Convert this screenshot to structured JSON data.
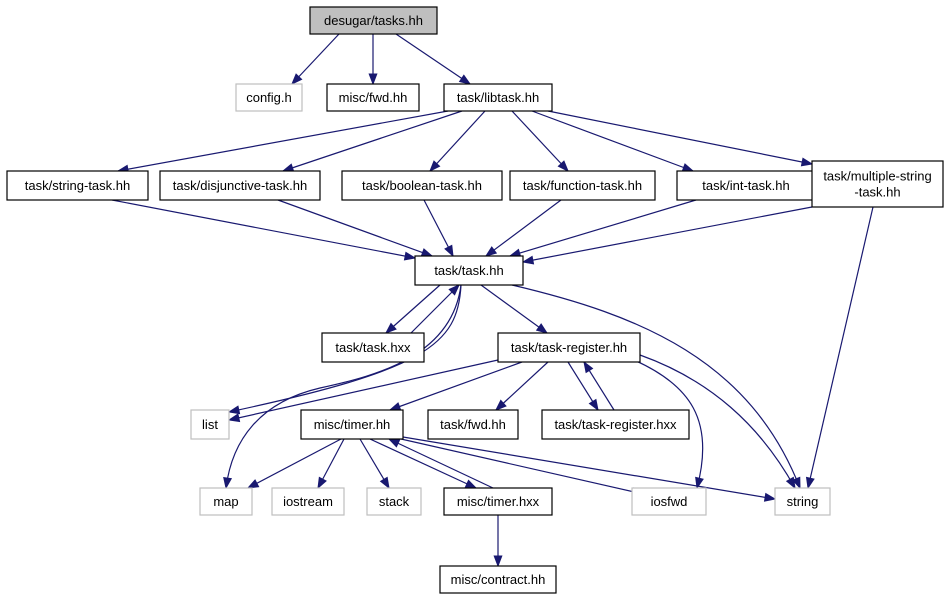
{
  "colors": {
    "edge": "#191970",
    "node_border": "#000000",
    "node_border_external": "#bfbfbf",
    "root_fill": "#bfbfbf",
    "node_fill": "#ffffff"
  },
  "nodes": [
    {
      "id": "root",
      "lines": [
        "desugar/tasks.hh"
      ],
      "kind": "root"
    },
    {
      "id": "config_h",
      "lines": [
        "config.h"
      ],
      "kind": "external"
    },
    {
      "id": "misc_fwd",
      "lines": [
        "misc/fwd.hh"
      ],
      "kind": "normal"
    },
    {
      "id": "libtask",
      "lines": [
        "task/libtask.hh"
      ],
      "kind": "normal"
    },
    {
      "id": "string_task",
      "lines": [
        "task/string-task.hh"
      ],
      "kind": "normal"
    },
    {
      "id": "disjunctive_task",
      "lines": [
        "task/disjunctive-task.hh"
      ],
      "kind": "normal"
    },
    {
      "id": "boolean_task",
      "lines": [
        "task/boolean-task.hh"
      ],
      "kind": "normal"
    },
    {
      "id": "function_task",
      "lines": [
        "task/function-task.hh"
      ],
      "kind": "normal"
    },
    {
      "id": "int_task",
      "lines": [
        "task/int-task.hh"
      ],
      "kind": "normal"
    },
    {
      "id": "multiple_string_task",
      "lines": [
        "task/multiple-string",
        "-task.hh"
      ],
      "kind": "normal"
    },
    {
      "id": "task_hh",
      "lines": [
        "task/task.hh"
      ],
      "kind": "normal"
    },
    {
      "id": "task_hxx",
      "lines": [
        "task/task.hxx"
      ],
      "kind": "normal"
    },
    {
      "id": "task_register",
      "lines": [
        "task/task-register.hh"
      ],
      "kind": "normal"
    },
    {
      "id": "list",
      "lines": [
        "list"
      ],
      "kind": "external"
    },
    {
      "id": "misc_timer",
      "lines": [
        "misc/timer.hh"
      ],
      "kind": "normal"
    },
    {
      "id": "task_fwd",
      "lines": [
        "task/fwd.hh"
      ],
      "kind": "normal"
    },
    {
      "id": "task_register_hxx",
      "lines": [
        "task/task-register.hxx"
      ],
      "kind": "normal"
    },
    {
      "id": "map",
      "lines": [
        "map"
      ],
      "kind": "external"
    },
    {
      "id": "iostream",
      "lines": [
        "iostream"
      ],
      "kind": "external"
    },
    {
      "id": "stack",
      "lines": [
        "stack"
      ],
      "kind": "external"
    },
    {
      "id": "misc_timer_hxx",
      "lines": [
        "misc/timer.hxx"
      ],
      "kind": "normal"
    },
    {
      "id": "iosfwd",
      "lines": [
        "iosfwd"
      ],
      "kind": "external"
    },
    {
      "id": "string",
      "lines": [
        "string"
      ],
      "kind": "external"
    },
    {
      "id": "misc_contract",
      "lines": [
        "misc/contract.hh"
      ],
      "kind": "normal"
    }
  ],
  "edges": [
    {
      "from": "root",
      "to": "config_h"
    },
    {
      "from": "root",
      "to": "misc_fwd"
    },
    {
      "from": "root",
      "to": "libtask"
    },
    {
      "from": "libtask",
      "to": "string_task"
    },
    {
      "from": "libtask",
      "to": "disjunctive_task"
    },
    {
      "from": "libtask",
      "to": "boolean_task"
    },
    {
      "from": "libtask",
      "to": "function_task"
    },
    {
      "from": "libtask",
      "to": "int_task"
    },
    {
      "from": "libtask",
      "to": "multiple_string_task"
    },
    {
      "from": "string_task",
      "to": "task_hh"
    },
    {
      "from": "disjunctive_task",
      "to": "task_hh"
    },
    {
      "from": "boolean_task",
      "to": "task_hh"
    },
    {
      "from": "function_task",
      "to": "task_hh"
    },
    {
      "from": "int_task",
      "to": "task_hh"
    },
    {
      "from": "multiple_string_task",
      "to": "task_hh"
    },
    {
      "from": "multiple_string_task",
      "to": "string"
    },
    {
      "from": "task_hh",
      "to": "task_hxx"
    },
    {
      "from": "task_hxx",
      "to": "task_hh"
    },
    {
      "from": "task_hh",
      "to": "task_register"
    },
    {
      "from": "task_hh",
      "to": "list"
    },
    {
      "from": "task_hh",
      "to": "map"
    },
    {
      "from": "task_hh",
      "to": "string"
    },
    {
      "from": "task_register",
      "to": "list"
    },
    {
      "from": "task_register",
      "to": "misc_timer"
    },
    {
      "from": "task_register",
      "to": "task_fwd"
    },
    {
      "from": "task_register",
      "to": "task_register_hxx"
    },
    {
      "from": "task_register_hxx",
      "to": "task_register"
    },
    {
      "from": "task_register",
      "to": "iosfwd"
    },
    {
      "from": "task_register",
      "to": "string"
    },
    {
      "from": "misc_timer",
      "to": "map"
    },
    {
      "from": "misc_timer",
      "to": "iostream"
    },
    {
      "from": "misc_timer",
      "to": "stack"
    },
    {
      "from": "misc_timer",
      "to": "misc_timer_hxx"
    },
    {
      "from": "misc_timer_hxx",
      "to": "misc_timer"
    },
    {
      "from": "misc_timer",
      "to": "iosfwd"
    },
    {
      "from": "misc_timer",
      "to": "string"
    },
    {
      "from": "misc_timer_hxx",
      "to": "misc_contract"
    }
  ]
}
